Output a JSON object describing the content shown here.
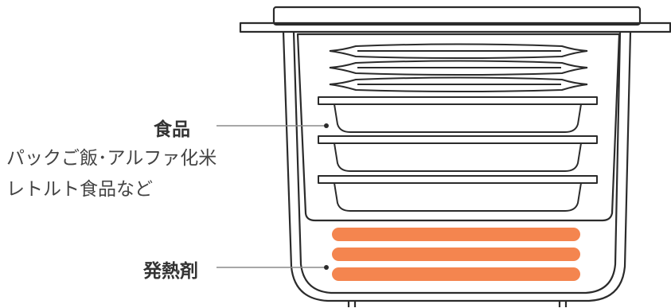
{
  "labels": {
    "food_title": "食品",
    "food_line1": "パックご飯･アルファ化米",
    "food_line2": "レトルト食品など",
    "heater_title": "発熱剤"
  },
  "colors": {
    "outline": "#2b2b2b",
    "heater": "#f4854f",
    "leader_line": "#8a8a8a",
    "background": "#ffffff"
  }
}
